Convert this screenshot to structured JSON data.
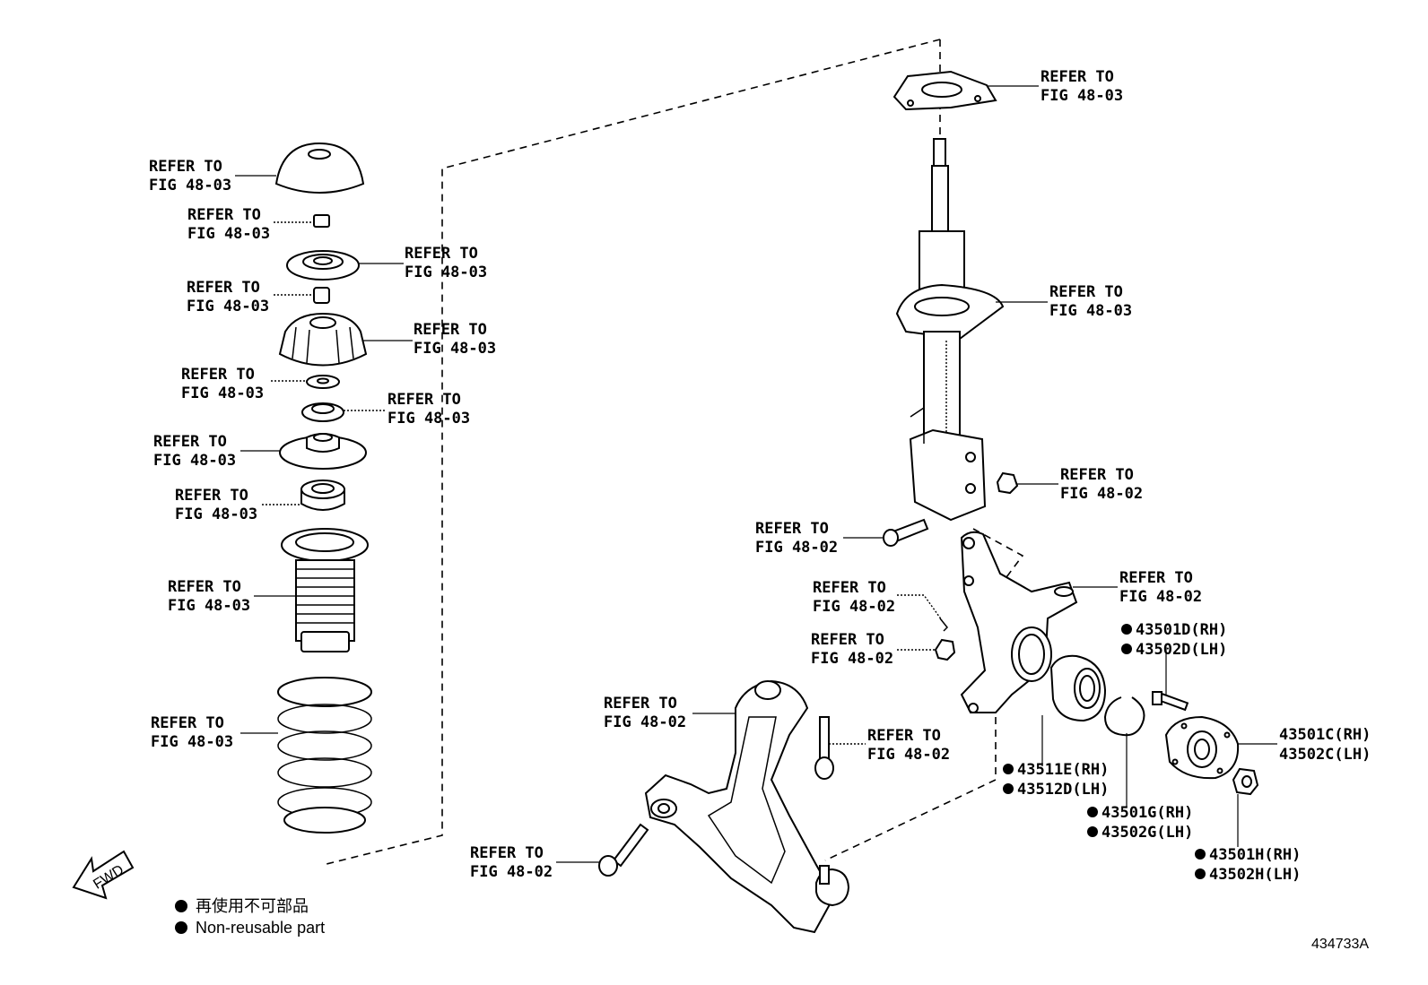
{
  "labels": {
    "refer_to": "REFER TO",
    "fig_48_03": "FIG 48-03",
    "fig_48_02": "FIG 48-02"
  },
  "parts": {
    "p43501D": "43501D(RH)",
    "p43502D": "43502D(LH)",
    "p43501C": "43501C(RH)",
    "p43502C": "43502C(LH)",
    "p43511E": "43511E(RH)",
    "p43512D": "43512D(LH)",
    "p43501G": "43501G(RH)",
    "p43502G": "43502G(LH)",
    "p43501H": "43501H(RH)",
    "p43502H": "43502H(LH)"
  },
  "legend": {
    "jp": "再使用不可部品",
    "en": "Non-reusable part",
    "bullet_color": "#000000"
  },
  "fwd": "FWD",
  "diagram_number": "434733A"
}
